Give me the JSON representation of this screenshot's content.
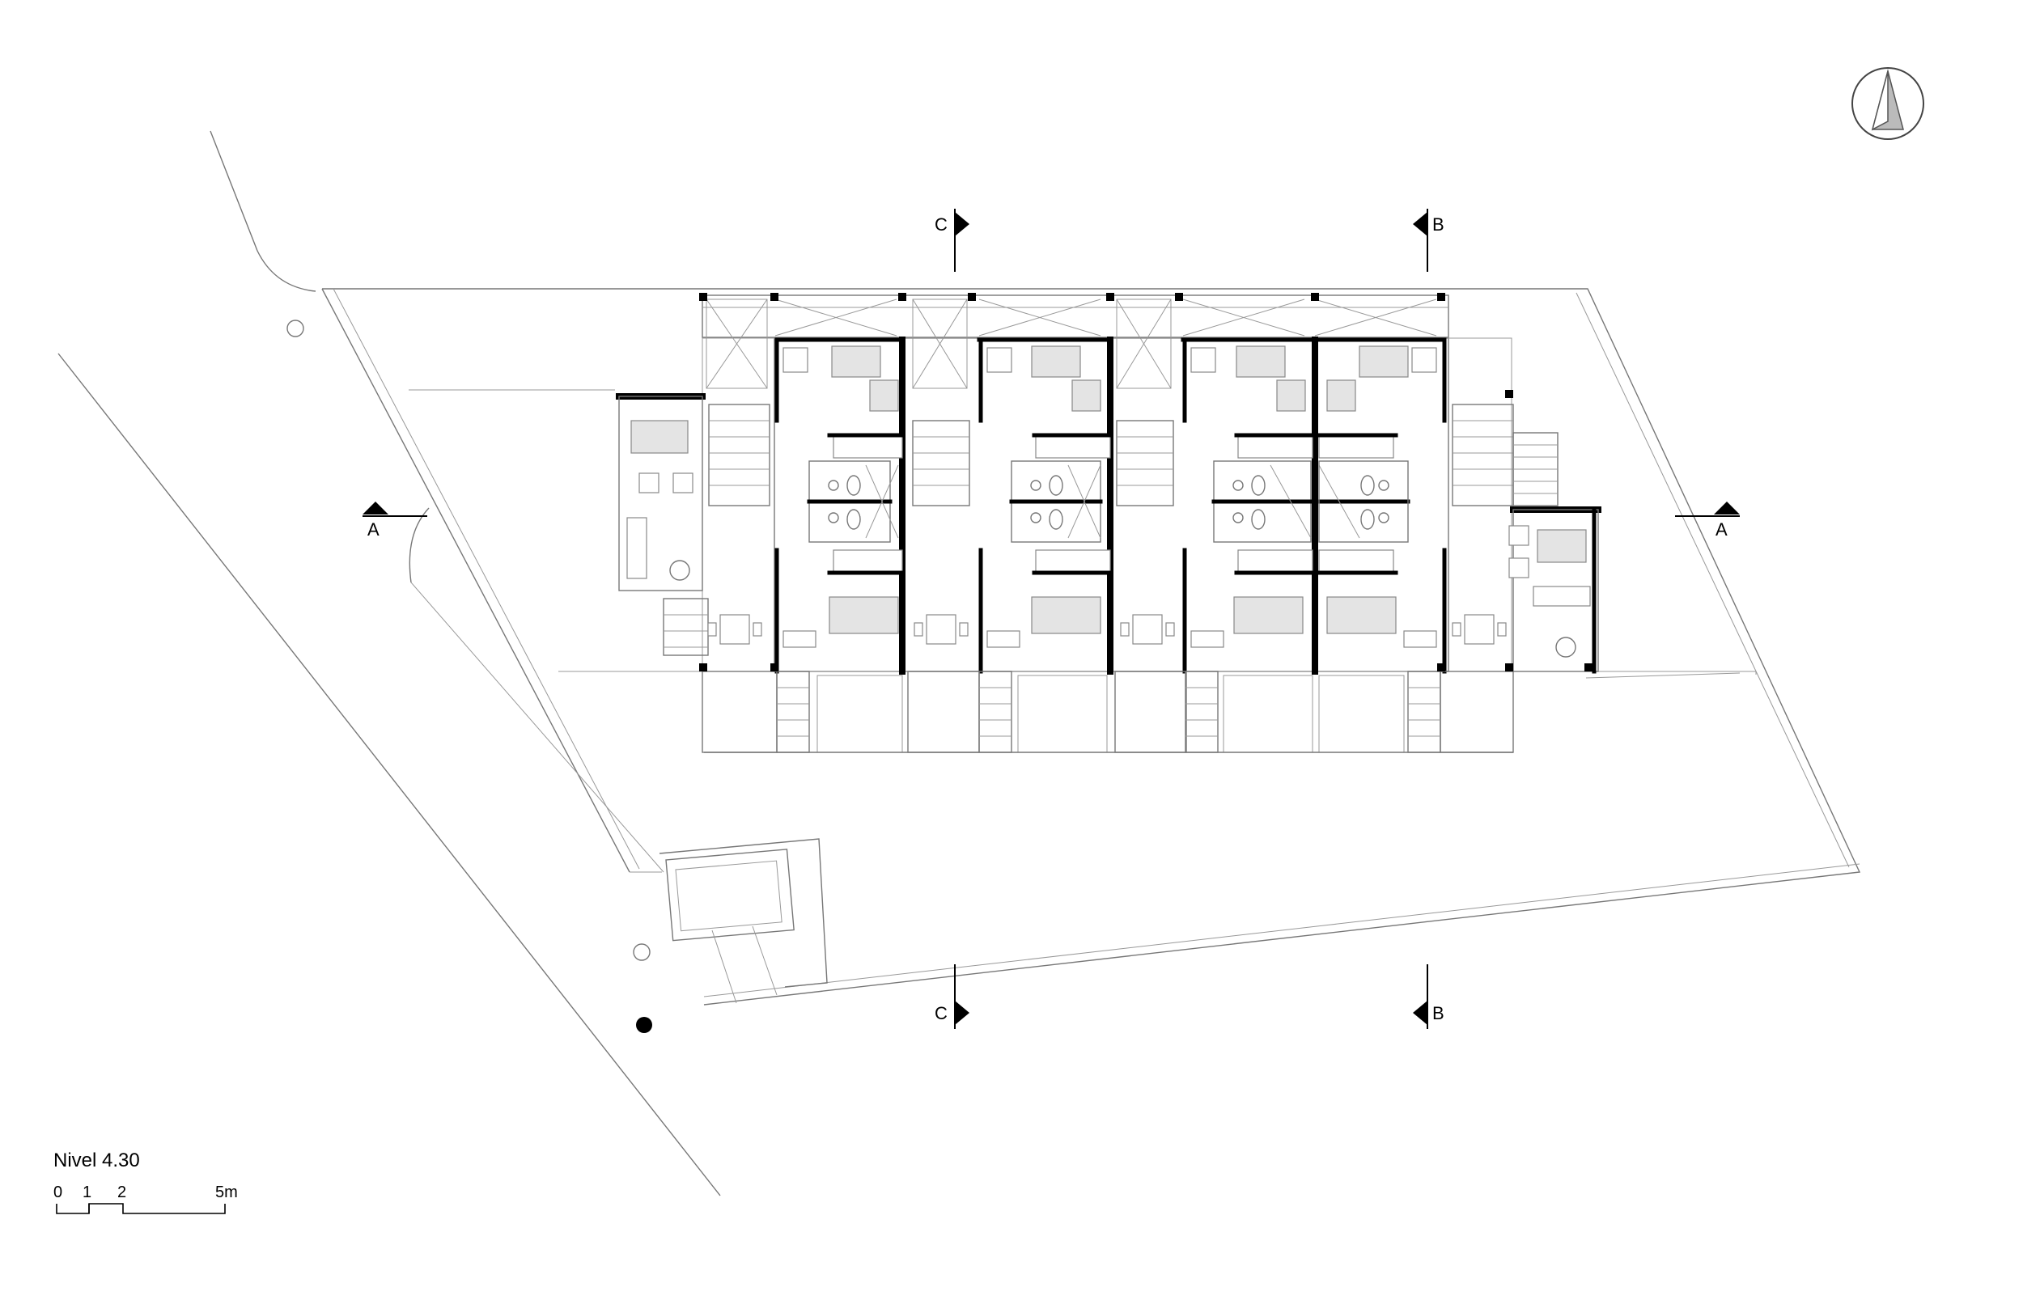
{
  "level_label": "Nivel 4.30",
  "scale": {
    "ticks": [
      "0",
      "1",
      "2",
      "5m"
    ]
  },
  "sections": {
    "a": "A",
    "b": "B",
    "c": "C"
  },
  "north_arrow": {
    "icon": "north-arrow-icon"
  },
  "units_count": 6
}
